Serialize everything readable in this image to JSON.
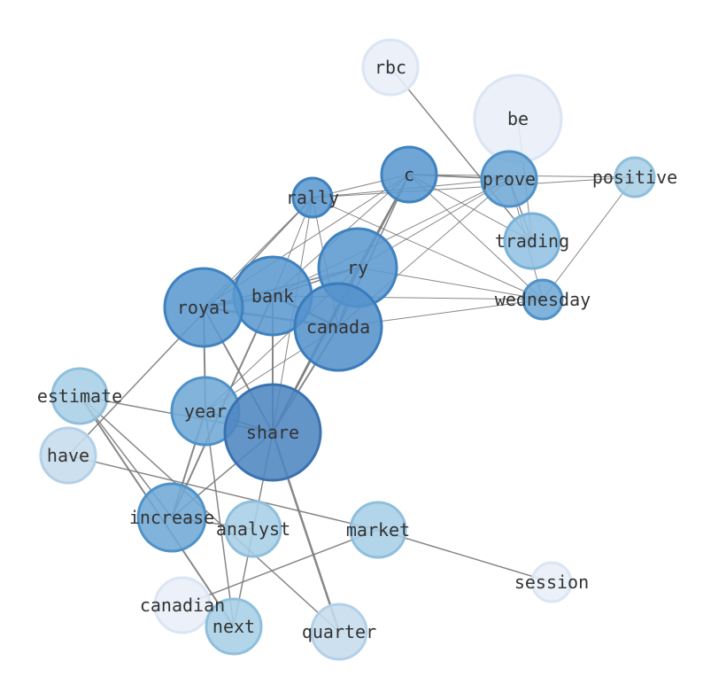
{
  "chart_data": {
    "type": "network",
    "nodes": [
      {
        "id": "rbc",
        "label": "rbc",
        "color": "#e8eef8",
        "stroke": "#dbe5f4"
      },
      {
        "id": "be",
        "label": "be",
        "color": "#e8eef8",
        "stroke": "#dbe5f4"
      },
      {
        "id": "c",
        "label": "c",
        "color": "#5b9ad0",
        "stroke": "#3f82c0"
      },
      {
        "id": "prove",
        "label": "prove",
        "color": "#6fa9d6",
        "stroke": "#4f92c8"
      },
      {
        "id": "positive",
        "label": "positive",
        "color": "#a9cfe6",
        "stroke": "#8fbfdd"
      },
      {
        "id": "rally",
        "label": "rally",
        "color": "#5b9ad0",
        "stroke": "#3f82c0"
      },
      {
        "id": "trading",
        "label": "trading",
        "color": "#92c2e2",
        "stroke": "#78b1d8"
      },
      {
        "id": "ry",
        "label": "ry",
        "color": "#5b9ad0",
        "stroke": "#3f82c0"
      },
      {
        "id": "wednesday",
        "label": "wednesday",
        "color": "#6fa9d6",
        "stroke": "#4f92c8"
      },
      {
        "id": "bank",
        "label": "bank",
        "color": "#5b9ad0",
        "stroke": "#3f82c0"
      },
      {
        "id": "royal",
        "label": "royal",
        "color": "#5b9ad0",
        "stroke": "#3f82c0"
      },
      {
        "id": "canada",
        "label": "canada",
        "color": "#5592cc",
        "stroke": "#3a7cbc"
      },
      {
        "id": "estimate",
        "label": "estimate",
        "color": "#a9cfe6",
        "stroke": "#8fbfdd"
      },
      {
        "id": "year",
        "label": "year",
        "color": "#6fa9d6",
        "stroke": "#4f92c8"
      },
      {
        "id": "share",
        "label": "share",
        "color": "#4f86c2",
        "stroke": "#3a72b0"
      },
      {
        "id": "have",
        "label": "have",
        "color": "#c6dcee",
        "stroke": "#b2d0e8"
      },
      {
        "id": "increase",
        "label": "increase",
        "color": "#6fa9d6",
        "stroke": "#4f92c8"
      },
      {
        "id": "analyst",
        "label": "analyst",
        "color": "#a9cfe6",
        "stroke": "#8fbfdd"
      },
      {
        "id": "market",
        "label": "market",
        "color": "#a9cfe6",
        "stroke": "#8fbfdd"
      },
      {
        "id": "session",
        "label": "session",
        "color": "#e8eef8",
        "stroke": "#dbe5f4"
      },
      {
        "id": "canadian",
        "label": "canadian",
        "color": "#e8eef8",
        "stroke": "#dbe5f4"
      },
      {
        "id": "next",
        "label": "next",
        "color": "#a9cfe6",
        "stroke": "#8fbfdd"
      },
      {
        "id": "quarter",
        "label": "quarter",
        "color": "#c6dcee",
        "stroke": "#b2d0e8"
      }
    ],
    "edges": [
      {
        "source": "rbc",
        "target": "trading",
        "weight": 1.5
      },
      {
        "source": "be",
        "target": "trading",
        "weight": 1
      },
      {
        "source": "c",
        "target": "prove",
        "weight": 1.8
      },
      {
        "source": "c",
        "target": "positive",
        "weight": 1
      },
      {
        "source": "c",
        "target": "rally",
        "weight": 1
      },
      {
        "source": "c",
        "target": "trading",
        "weight": 1
      },
      {
        "source": "c",
        "target": "ry",
        "weight": 1.5
      },
      {
        "source": "c",
        "target": "canada",
        "weight": 1.5
      },
      {
        "source": "c",
        "target": "share",
        "weight": 2
      },
      {
        "source": "c",
        "target": "bank",
        "weight": 1
      },
      {
        "source": "c",
        "target": "royal",
        "weight": 1
      },
      {
        "source": "c",
        "target": "wednesday",
        "weight": 1
      },
      {
        "source": "prove",
        "target": "trading",
        "weight": 1.5
      },
      {
        "source": "prove",
        "target": "wednesday",
        "weight": 1
      },
      {
        "source": "prove",
        "target": "rally",
        "weight": 1
      },
      {
        "source": "prove",
        "target": "ry",
        "weight": 1
      },
      {
        "source": "prove",
        "target": "bank",
        "weight": 1
      },
      {
        "source": "prove",
        "target": "canada",
        "weight": 1
      },
      {
        "source": "positive",
        "target": "rally",
        "weight": 1
      },
      {
        "source": "positive",
        "target": "wednesday",
        "weight": 1
      },
      {
        "source": "rally",
        "target": "wednesday",
        "weight": 1
      },
      {
        "source": "rally",
        "target": "royal",
        "weight": 1
      },
      {
        "source": "rally",
        "target": "share",
        "weight": 1
      },
      {
        "source": "rally",
        "target": "canada",
        "weight": 1
      },
      {
        "source": "rally",
        "target": "bank",
        "weight": 1
      },
      {
        "source": "ry",
        "target": "wednesday",
        "weight": 1
      },
      {
        "source": "ry",
        "target": "bank",
        "weight": 1.5
      },
      {
        "source": "ry",
        "target": "royal",
        "weight": 1.5
      },
      {
        "source": "ry",
        "target": "canada",
        "weight": 1.5
      },
      {
        "source": "ry",
        "target": "share",
        "weight": 2
      },
      {
        "source": "ry",
        "target": "year",
        "weight": 1
      },
      {
        "source": "bank",
        "target": "royal",
        "weight": 2.5
      },
      {
        "source": "bank",
        "target": "canada",
        "weight": 2.5
      },
      {
        "source": "bank",
        "target": "share",
        "weight": 2
      },
      {
        "source": "bank",
        "target": "wednesday",
        "weight": 1
      },
      {
        "source": "bank",
        "target": "increase",
        "weight": 2
      },
      {
        "source": "royal",
        "target": "canada",
        "weight": 2.5
      },
      {
        "source": "royal",
        "target": "share",
        "weight": 2
      },
      {
        "source": "royal",
        "target": "year",
        "weight": 2
      },
      {
        "source": "canada",
        "target": "wednesday",
        "weight": 1
      },
      {
        "source": "canada",
        "target": "share",
        "weight": 2
      },
      {
        "source": "canada",
        "target": "year",
        "weight": 1
      },
      {
        "source": "estimate",
        "target": "share",
        "weight": 1.5
      },
      {
        "source": "estimate",
        "target": "next",
        "weight": 2
      },
      {
        "source": "estimate",
        "target": "quarter",
        "weight": 1.5
      },
      {
        "source": "estimate",
        "target": "increase",
        "weight": 1.5
      },
      {
        "source": "year",
        "target": "share",
        "weight": 1.5
      },
      {
        "source": "year",
        "target": "increase",
        "weight": 2
      },
      {
        "source": "year",
        "target": "next",
        "weight": 1.5
      },
      {
        "source": "share",
        "target": "increase",
        "weight": 1.5
      },
      {
        "source": "share",
        "target": "next",
        "weight": 1.5
      },
      {
        "source": "share",
        "target": "quarter",
        "weight": 2.5
      },
      {
        "source": "have",
        "target": "market",
        "weight": 1.5
      },
      {
        "source": "have",
        "target": "rally",
        "weight": 1.5
      },
      {
        "source": "increase",
        "target": "analyst",
        "weight": 1.5
      },
      {
        "source": "market",
        "target": "session",
        "weight": 1.5
      },
      {
        "source": "market",
        "target": "canadian",
        "weight": 1.5
      }
    ]
  }
}
